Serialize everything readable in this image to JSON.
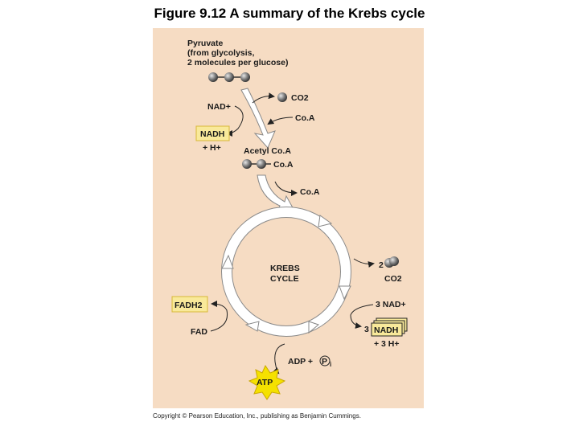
{
  "title": "Figure 9.12  A summary of the Krebs cycle",
  "pyruvate_label": [
    "Pyruvate",
    "(from glycolysis,",
    "2 molecules per glucose)"
  ],
  "nad_plus": "NAD+",
  "co2": "CO2",
  "coa": "Co.A",
  "nadh": "NADH",
  "h_plus": "+ H+",
  "acetyl_coa": "Acetyl Co.A",
  "coa_acetyl": "Co.A",
  "coa_entry": "Co.A",
  "cycle_label": [
    "KREBS",
    "CYCLE"
  ],
  "co2_count": "2",
  "co2_out": "CO2",
  "nad3": "3 NAD+",
  "nadh3_count": "3",
  "nadh3": "NADH",
  "h3": "+ 3 H+",
  "fadh2": "FADH2",
  "fad": "FAD",
  "adp": "ADP +",
  "pi": "P",
  "pi_sub": "i",
  "atp": "ATP",
  "copyright": "Copyright © Pearson Education, Inc., publishing as Benjamin Cummings.",
  "colors": {
    "panel": "#f6dcc3",
    "highlight": "#f9e99a",
    "atp_star": "#f5e100",
    "arrow_fill": "#ffffff",
    "molecule": "#777777"
  }
}
